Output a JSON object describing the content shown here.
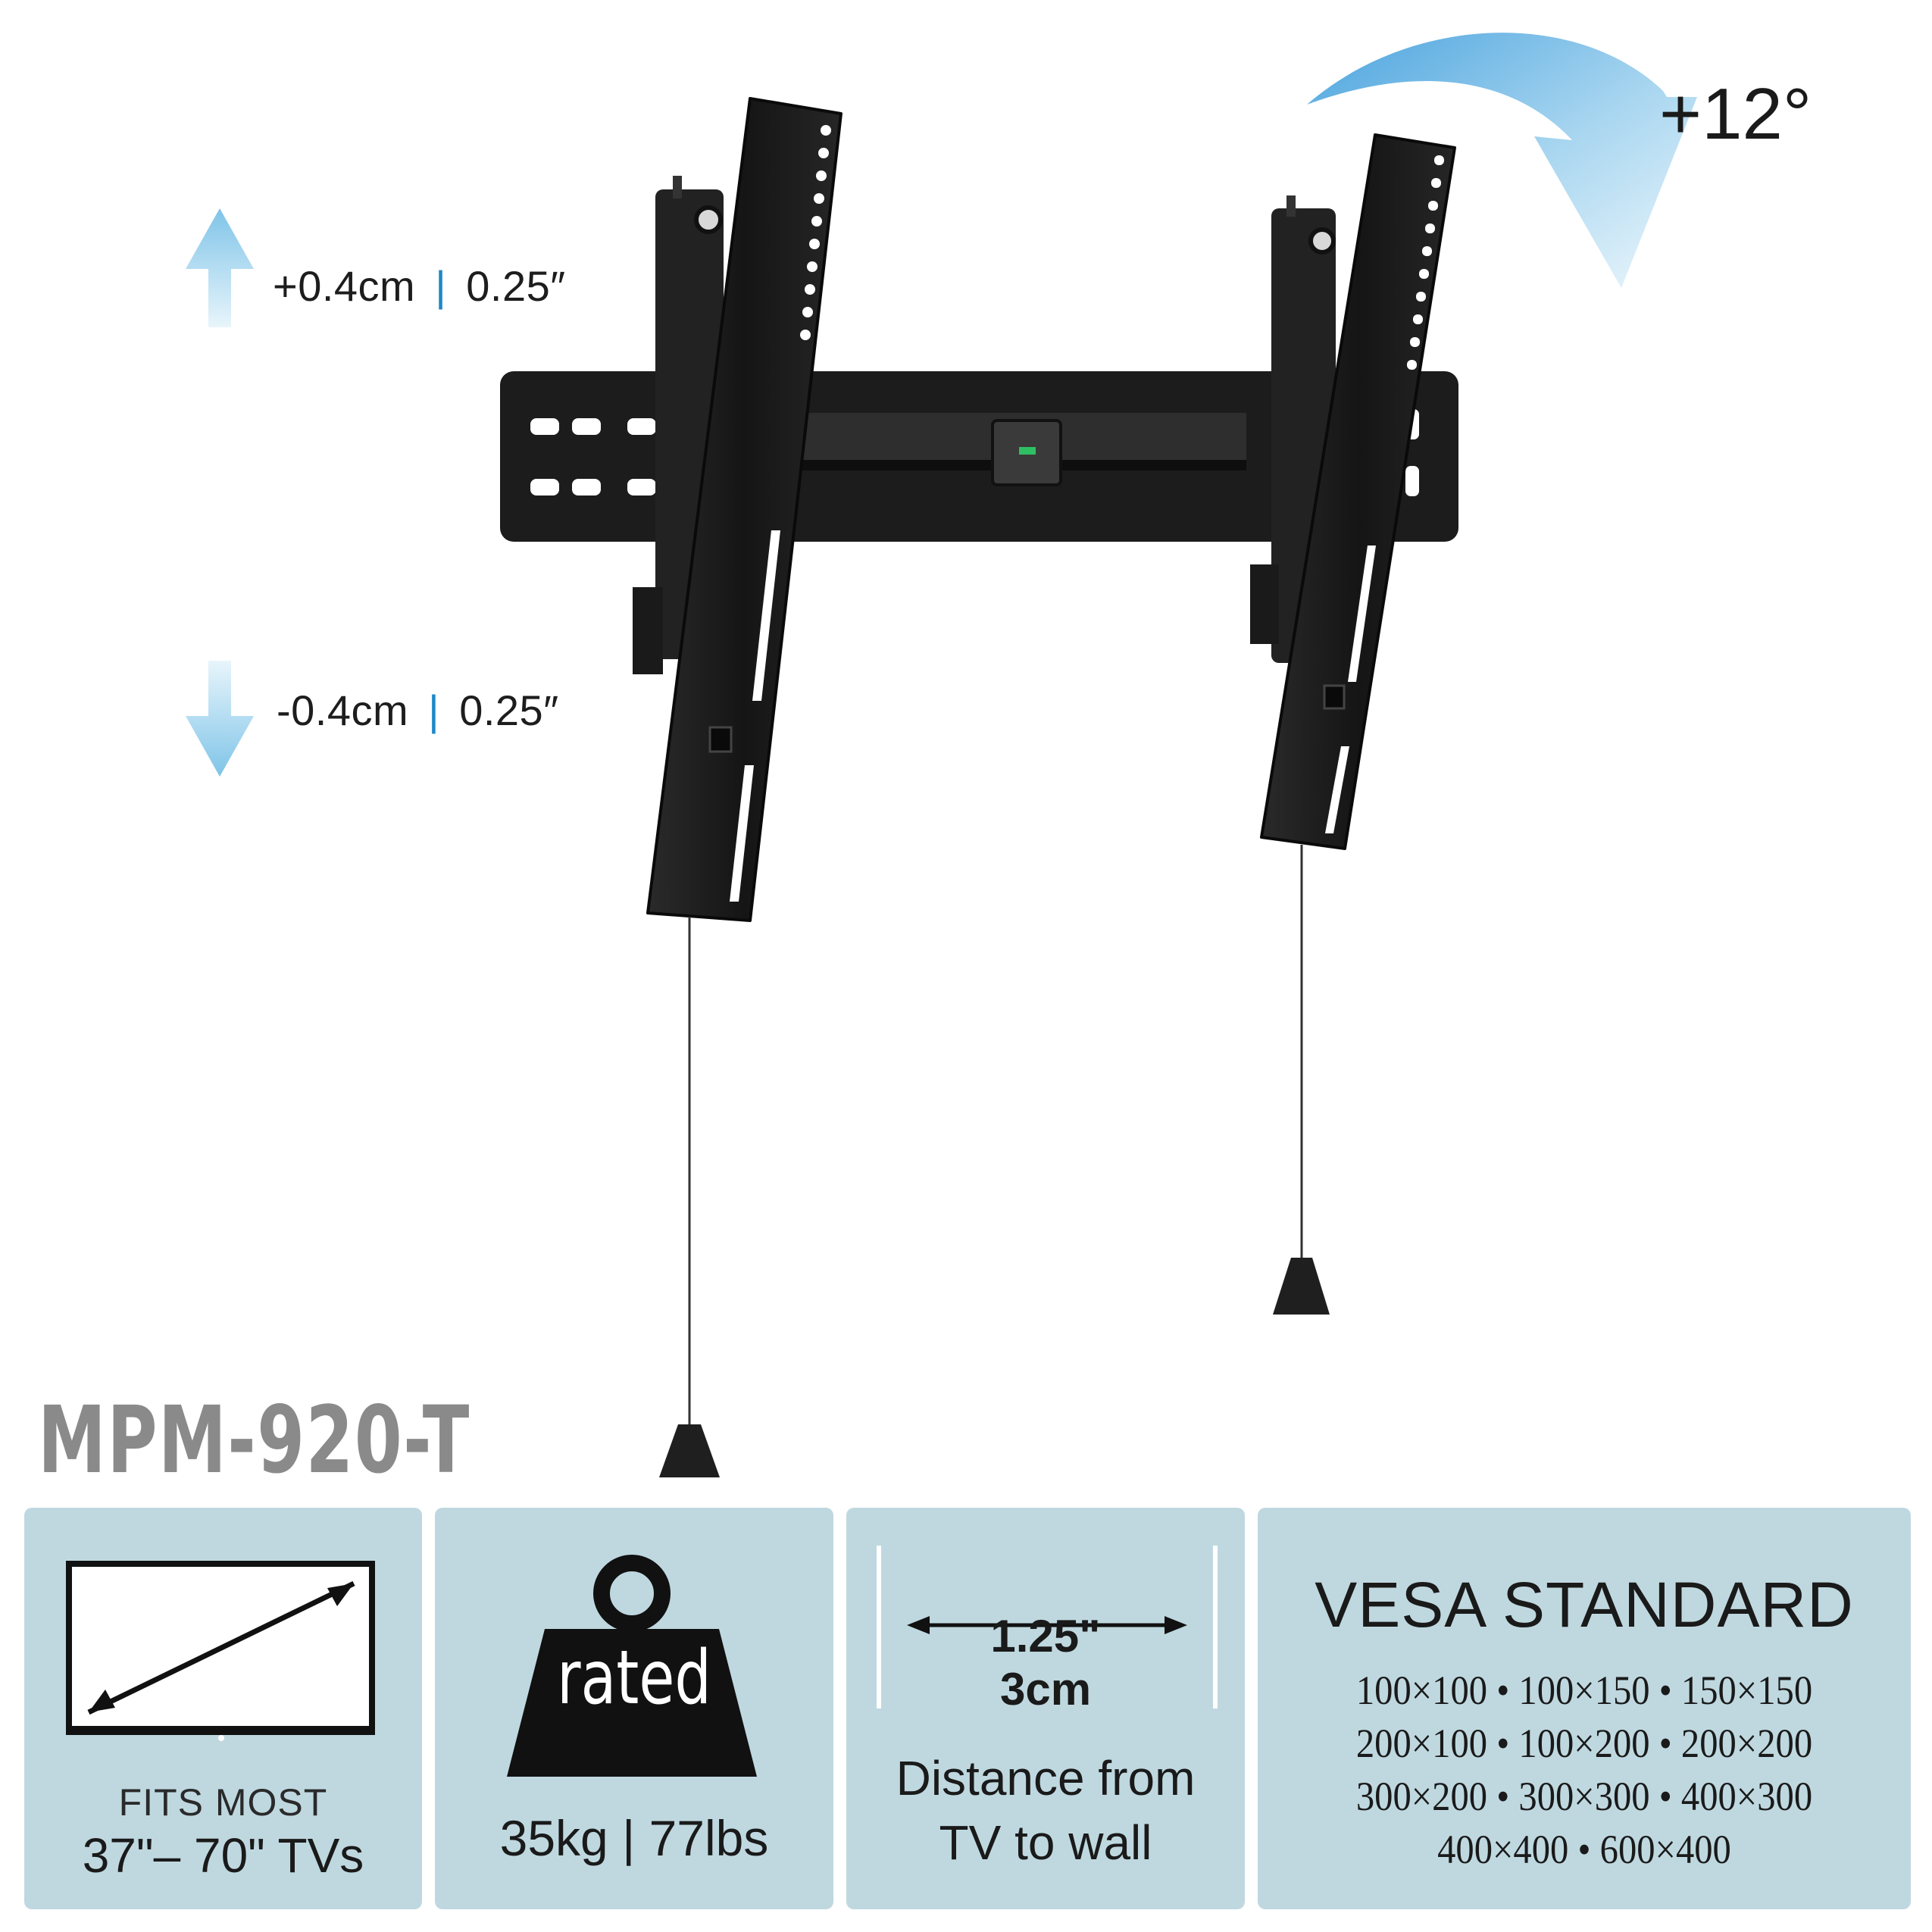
{
  "tilt": {
    "label": "+12°"
  },
  "height_up": {
    "metric": "+0.4cm",
    "separator": "|",
    "imperial": "0.25″"
  },
  "height_down": {
    "metric": "-0.4cm",
    "separator": "|",
    "imperial": "0.25″"
  },
  "model": "MPM-920-T",
  "fits_panel": {
    "line1": "FITS MOST",
    "line2": "37\"– 70\"  TVs"
  },
  "rated_panel": {
    "badge_text": "rated",
    "weight": "35kg | 77lbs"
  },
  "distance_panel": {
    "inches": "1.25\"",
    "cm": "3cm",
    "desc_line1": "Distance from",
    "desc_line2": "TV to wall"
  },
  "vesa_panel": {
    "title": "VESA STANDARD",
    "lines": [
      "100×100 • 100×150 • 150×150",
      "200×100 • 100×200 • 200×200",
      "300×200 • 300×300 • 400×300",
      "400×400 • 600×400"
    ]
  },
  "colors": {
    "panel_bg": "#bfd8e0",
    "accent_blue": "#1e88c8",
    "model_gray": "#8a8a8a",
    "mount_black": "#1c1c1c"
  }
}
